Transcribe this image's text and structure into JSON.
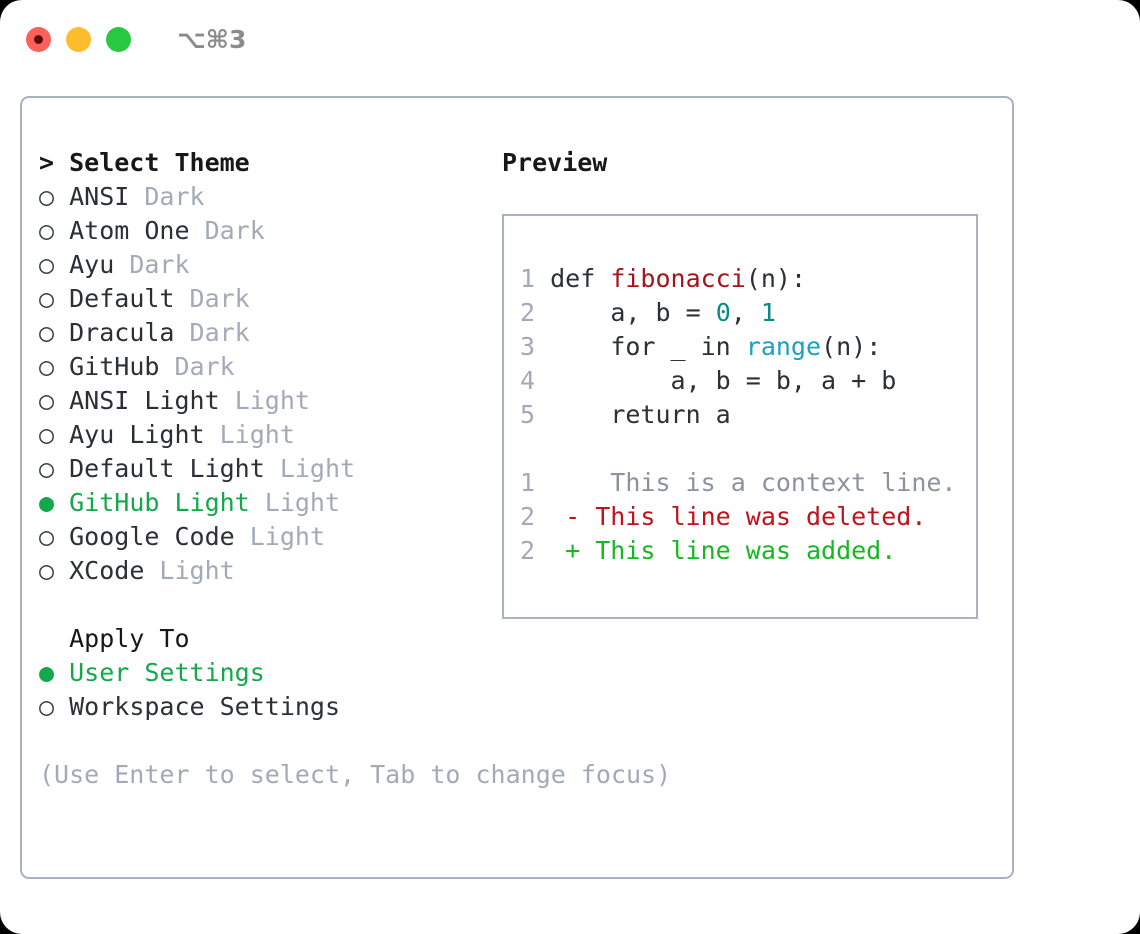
{
  "titlebar": {
    "shortcut": "⌥⌘3",
    "lights": [
      {
        "name": "close",
        "color": "#ff6059"
      },
      {
        "name": "minimize",
        "color": "#ffbd2e"
      },
      {
        "name": "maximize",
        "color": "#28c840"
      }
    ]
  },
  "theme_list": {
    "header": "> Select Theme",
    "items": [
      {
        "bullet": "○",
        "label": "ANSI",
        "variant": "Dark",
        "selected": false
      },
      {
        "bullet": "○",
        "label": "Atom One",
        "variant": "Dark",
        "selected": false
      },
      {
        "bullet": "○",
        "label": "Ayu",
        "variant": "Dark",
        "selected": false
      },
      {
        "bullet": "○",
        "label": "Default",
        "variant": "Dark",
        "selected": false
      },
      {
        "bullet": "○",
        "label": "Dracula",
        "variant": "Dark",
        "selected": false
      },
      {
        "bullet": "○",
        "label": "GitHub",
        "variant": "Dark",
        "selected": false
      },
      {
        "bullet": "○",
        "label": "ANSI Light",
        "variant": "Light",
        "selected": false
      },
      {
        "bullet": "○",
        "label": "Ayu Light",
        "variant": "Light",
        "selected": false
      },
      {
        "bullet": "○",
        "label": "Default Light",
        "variant": "Light",
        "selected": false
      },
      {
        "bullet": "●",
        "label": "GitHub Light",
        "variant": "Light",
        "selected": true
      },
      {
        "bullet": "○",
        "label": "Google Code",
        "variant": "Light",
        "selected": false
      },
      {
        "bullet": "○",
        "label": "XCode",
        "variant": "Light",
        "selected": false
      }
    ]
  },
  "apply_to": {
    "header": "  Apply To",
    "items": [
      {
        "bullet": "●",
        "label": "User Settings",
        "selected": true
      },
      {
        "bullet": "○",
        "label": "Workspace Settings",
        "selected": false
      }
    ]
  },
  "hint": "(Use Enter to select, Tab to change focus)",
  "preview": {
    "header": "Preview",
    "code_lines": [
      {
        "no": "1",
        "segments": [
          {
            "t": "def ",
            "c": "kw"
          },
          {
            "t": "fibonacci",
            "c": "fn"
          },
          {
            "t": "(n):",
            "c": "kw"
          }
        ]
      },
      {
        "no": "2",
        "segments": [
          {
            "t": "    a, b = ",
            "c": "kw"
          },
          {
            "t": "0",
            "c": "num"
          },
          {
            "t": ", ",
            "c": "kw"
          },
          {
            "t": "1",
            "c": "num"
          }
        ]
      },
      {
        "no": "3",
        "segments": [
          {
            "t": "    for _ in ",
            "c": "kw"
          },
          {
            "t": "range",
            "c": "builtin"
          },
          {
            "t": "(n):",
            "c": "kw"
          }
        ]
      },
      {
        "no": "4",
        "segments": [
          {
            "t": "        a, b = b, a + b",
            "c": "kw"
          }
        ]
      },
      {
        "no": "5",
        "segments": [
          {
            "t": "    return a",
            "c": "kw"
          }
        ]
      }
    ],
    "diff_lines": [
      {
        "no": "1",
        "marker": " ",
        "text": "  This is a context line.",
        "kind": "diff-ctx"
      },
      {
        "no": "2",
        "marker": "-",
        "text": " This line was deleted.",
        "kind": "diff-del"
      },
      {
        "no": "2",
        "marker": "+",
        "text": " This line was added.",
        "kind": "diff-add"
      }
    ]
  },
  "colors": {
    "accent_green": "#13a94a",
    "muted": "#a3aab7",
    "border": "#a8b2c0",
    "fn_red": "#a5131b",
    "builtin_blue": "#1e9fc4",
    "number_teal": "#0a8a85",
    "diff_delete": "#c1121c",
    "diff_add": "#16b81f"
  }
}
